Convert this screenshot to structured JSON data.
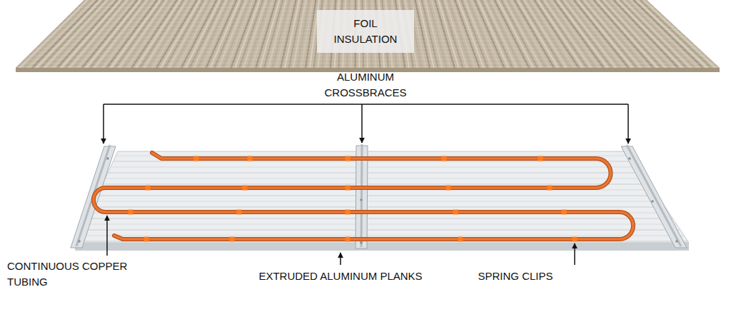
{
  "diagram": {
    "labels": [
      "FOIL INSULATION",
      "ALUMINUM CROSSBRACES",
      "CONTINUOUS COPPER TUBING",
      "EXTRUDED ALUMINUM PLANKS",
      "SPRING CLIPS"
    ]
  }
}
